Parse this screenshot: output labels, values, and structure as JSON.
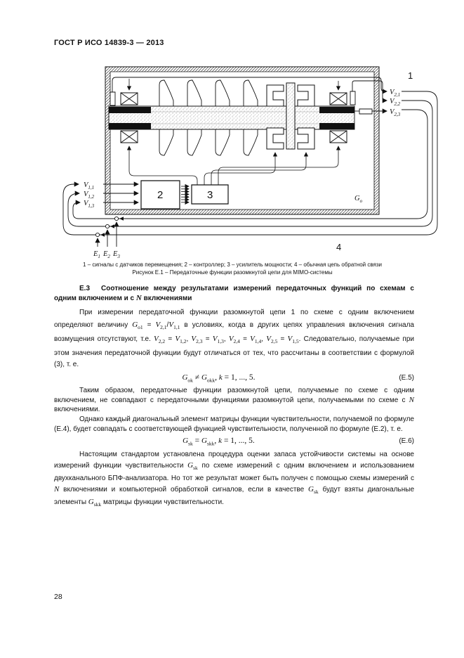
{
  "header": {
    "title": "ГОСТ Р ИСО 14839-3 — 2013"
  },
  "figure": {
    "callouts": {
      "c1": "1",
      "c2": "2",
      "c3": "3",
      "c4": "4"
    },
    "go": {
      "b": "G",
      "s": "о"
    },
    "v_out": [
      {
        "b": "V",
        "s": "2,1"
      },
      {
        "b": "V",
        "s": "2,2"
      },
      {
        "b": "V",
        "s": "2,3"
      }
    ],
    "v_in": [
      {
        "b": "V",
        "s": "1,1"
      },
      {
        "b": "V",
        "s": "1,2"
      },
      {
        "b": "V",
        "s": "1,3"
      }
    ],
    "e_in": [
      {
        "b": "E",
        "s": "1"
      },
      {
        "b": "E",
        "s": "2"
      },
      {
        "b": "E",
        "s": "3"
      }
    ],
    "legend": "1 – сигналы с датчиков перемещения; 2 – контроллер; 3 – усилитель мощности; 4 – обычная цепь обратной связи",
    "caption": "Рисунок Е.1 – Передаточные функции разомкнутой цепи для MIMO-системы"
  },
  "section": {
    "heading_num": "Е.3",
    "heading": [
      {
        "t": "Соотношение между результатами измерений передаточных функций по схемам с одним включением и с "
      },
      {
        "i": "N"
      },
      {
        "t": " включениями"
      }
    ],
    "p1": [
      {
        "t": "При измерении передаточной функции разомкнутой цепи 1 по схеме с одним включением определяют величину "
      },
      {
        "v": [
          "G",
          "o1"
        ]
      },
      {
        "t": " = "
      },
      {
        "v": [
          "V",
          "2,1"
        ]
      },
      {
        "t": "/"
      },
      {
        "v": [
          "V",
          "1,1"
        ]
      },
      {
        "t": " в условиях, когда в других цепях управления включения сигнала возмущения отсутствуют, т.е. "
      },
      {
        "v": [
          "V",
          "2,2"
        ]
      },
      {
        "t": " = "
      },
      {
        "v": [
          "V",
          "1,2"
        ]
      },
      {
        "t": ", "
      },
      {
        "v": [
          "V",
          "2,3"
        ]
      },
      {
        "t": " = "
      },
      {
        "v": [
          "V",
          "1,3"
        ]
      },
      {
        "t": ", "
      },
      {
        "v": [
          "V",
          "2,4"
        ]
      },
      {
        "t": " = "
      },
      {
        "v": [
          "V",
          "1,4"
        ]
      },
      {
        "t": ", "
      },
      {
        "v": [
          "V",
          "2,5"
        ]
      },
      {
        "t": " = "
      },
      {
        "v": [
          "V",
          "1,5"
        ]
      },
      {
        "t": ". Следовательно, получаемые при этом значения передаточной функции будут отличаться от тех, что рассчитаны в соответствии с формулой (3), т. е."
      }
    ],
    "f1_expr": [
      {
        "v": [
          "G",
          "ok"
        ]
      },
      {
        "t": " ≠ "
      },
      {
        "v": [
          "G",
          "okk"
        ]
      },
      {
        "t": ", "
      },
      {
        "i": "k"
      },
      {
        "t": " = 1, ..., 5."
      }
    ],
    "f1_label": "(Е.5)",
    "p2": [
      {
        "t": "Таким образом, передаточные функции разомкнутой цепи, получаемые по схеме с одним включением, не совпадают с передаточными функциями разомкнутой цепи, получаемыми по схеме с "
      },
      {
        "i": "N"
      },
      {
        "t": " включениями."
      }
    ],
    "p3": [
      {
        "t": "Однако каждый диагональный элемент матрицы функции чувствительности, получаемой по формуле (Е.4), будет совпадать с соответствующей функцией чувствительности, полученной по формуле (Е.2), т. е."
      }
    ],
    "f2_expr": [
      {
        "v": [
          "G",
          "sk"
        ]
      },
      {
        "t": " = "
      },
      {
        "v": [
          "G",
          "skk"
        ]
      },
      {
        "t": ", "
      },
      {
        "i": "k"
      },
      {
        "t": " = 1, ..., 5."
      }
    ],
    "f2_label": "(Е.6)",
    "p4": [
      {
        "t": "Настоящим стандартом установлена процедура оценки запаса устойчивости системы на основе измерений функции чувствительности "
      },
      {
        "v": [
          "G",
          "sk"
        ]
      },
      {
        "t": " по схеме измерений с одним включением и использованием двухканального БПФ-анализатора. Но тот же результат может быть получен с помощью схемы измерений с "
      },
      {
        "i": "N"
      },
      {
        "t": " включениями и компьютерной обработкой сигналов, если в качестве "
      },
      {
        "v": [
          "G",
          "sk"
        ]
      },
      {
        "t": " будут взяты диагональные элементы "
      },
      {
        "v": [
          "G",
          "skk"
        ]
      },
      {
        "t": " матрицы функции чувствительности."
      }
    ]
  },
  "footer": {
    "page_number": "28"
  }
}
